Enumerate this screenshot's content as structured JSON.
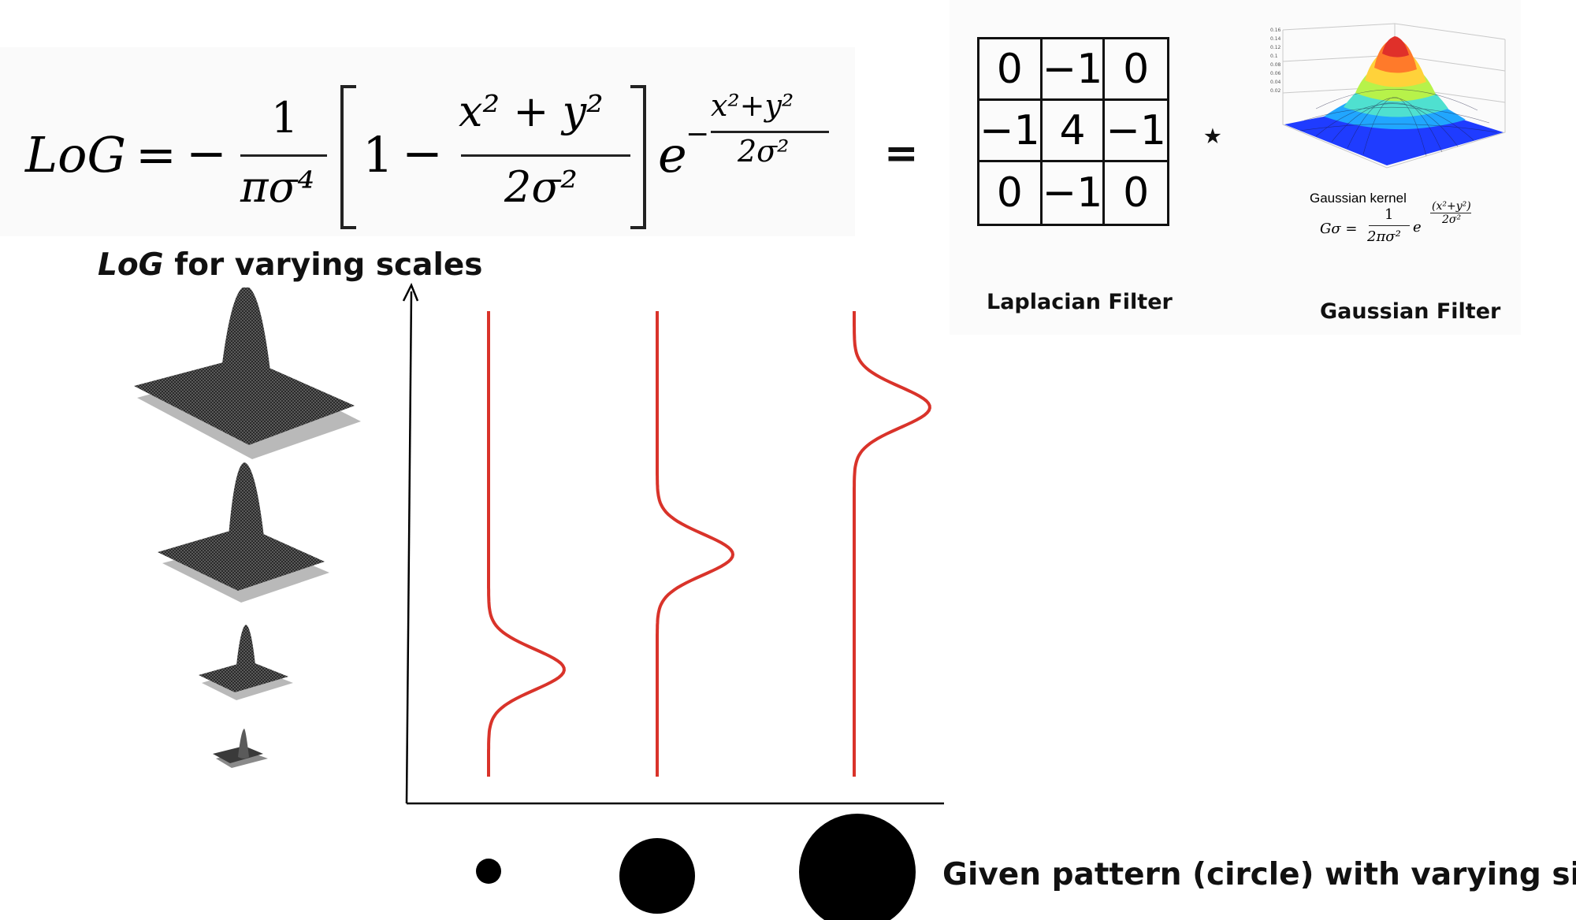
{
  "formula": {
    "lhs": "LoG",
    "equals": "=",
    "minus": "−",
    "numerator": "1",
    "denominator": "πσ⁴",
    "bracket_one": "1",
    "inner_numerator": "x² + y²",
    "inner_denominator": "2σ²",
    "exp_base": "e",
    "exp_numerator": "x²+y²",
    "exp_denominator": "2σ²"
  },
  "equals_sign": "=",
  "convolution_sign": "⋆",
  "laplacian": {
    "matrix": [
      [
        "0",
        "−1",
        "0"
      ],
      [
        "−1",
        "4",
        "−1"
      ],
      [
        "0",
        "−1",
        "0"
      ]
    ],
    "label": "Laplacian Filter"
  },
  "gaussian": {
    "kernel_title": "Gaussian kernel",
    "z_ticks": [
      "0.16",
      "0.14",
      "0.12",
      "0.1",
      "0.08",
      "0.06",
      "0.04",
      "0.02"
    ],
    "formula_lhs": "Gσ =",
    "formula_num": "1",
    "formula_den": "2πσ²",
    "formula_exp": "e",
    "formula_exp_num": "(x²+y²)",
    "formula_exp_den": "2σ²",
    "label": "Gaussian Filter",
    "colors": [
      "#1f3cff",
      "#21a6ff",
      "#4fe0d0",
      "#b7f24a",
      "#ffd23a",
      "#ff7a2a",
      "#e0302a"
    ]
  },
  "log_scales": {
    "title_italic": "LoG",
    "title_rest": " for varying scales"
  },
  "response_curves": {
    "color": "#d9332a",
    "count": 3
  },
  "circles_caption": "Given pattern (circle) with varying sizes"
}
